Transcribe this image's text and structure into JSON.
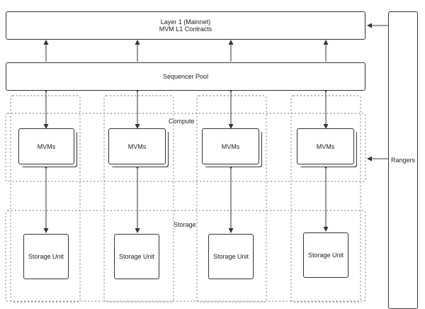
{
  "layer1": {
    "line1": "Layer 1 (Mainnet)",
    "line2": "MVM L1 Contracts"
  },
  "sequencer": {
    "label": "Sequencer Pool"
  },
  "compute": {
    "label": "Compute"
  },
  "storage": {
    "label": "Storage"
  },
  "mvms": [
    "MVMs",
    "MVMs",
    "MVMs",
    "MVMs"
  ],
  "storage_units": [
    "Storage Unit",
    "Storage Unit",
    "Storage Unit",
    "Storage Unit"
  ],
  "rangers": {
    "label": "Rangers"
  },
  "colors": {
    "stroke": "#333333",
    "dotted": "#777777"
  }
}
